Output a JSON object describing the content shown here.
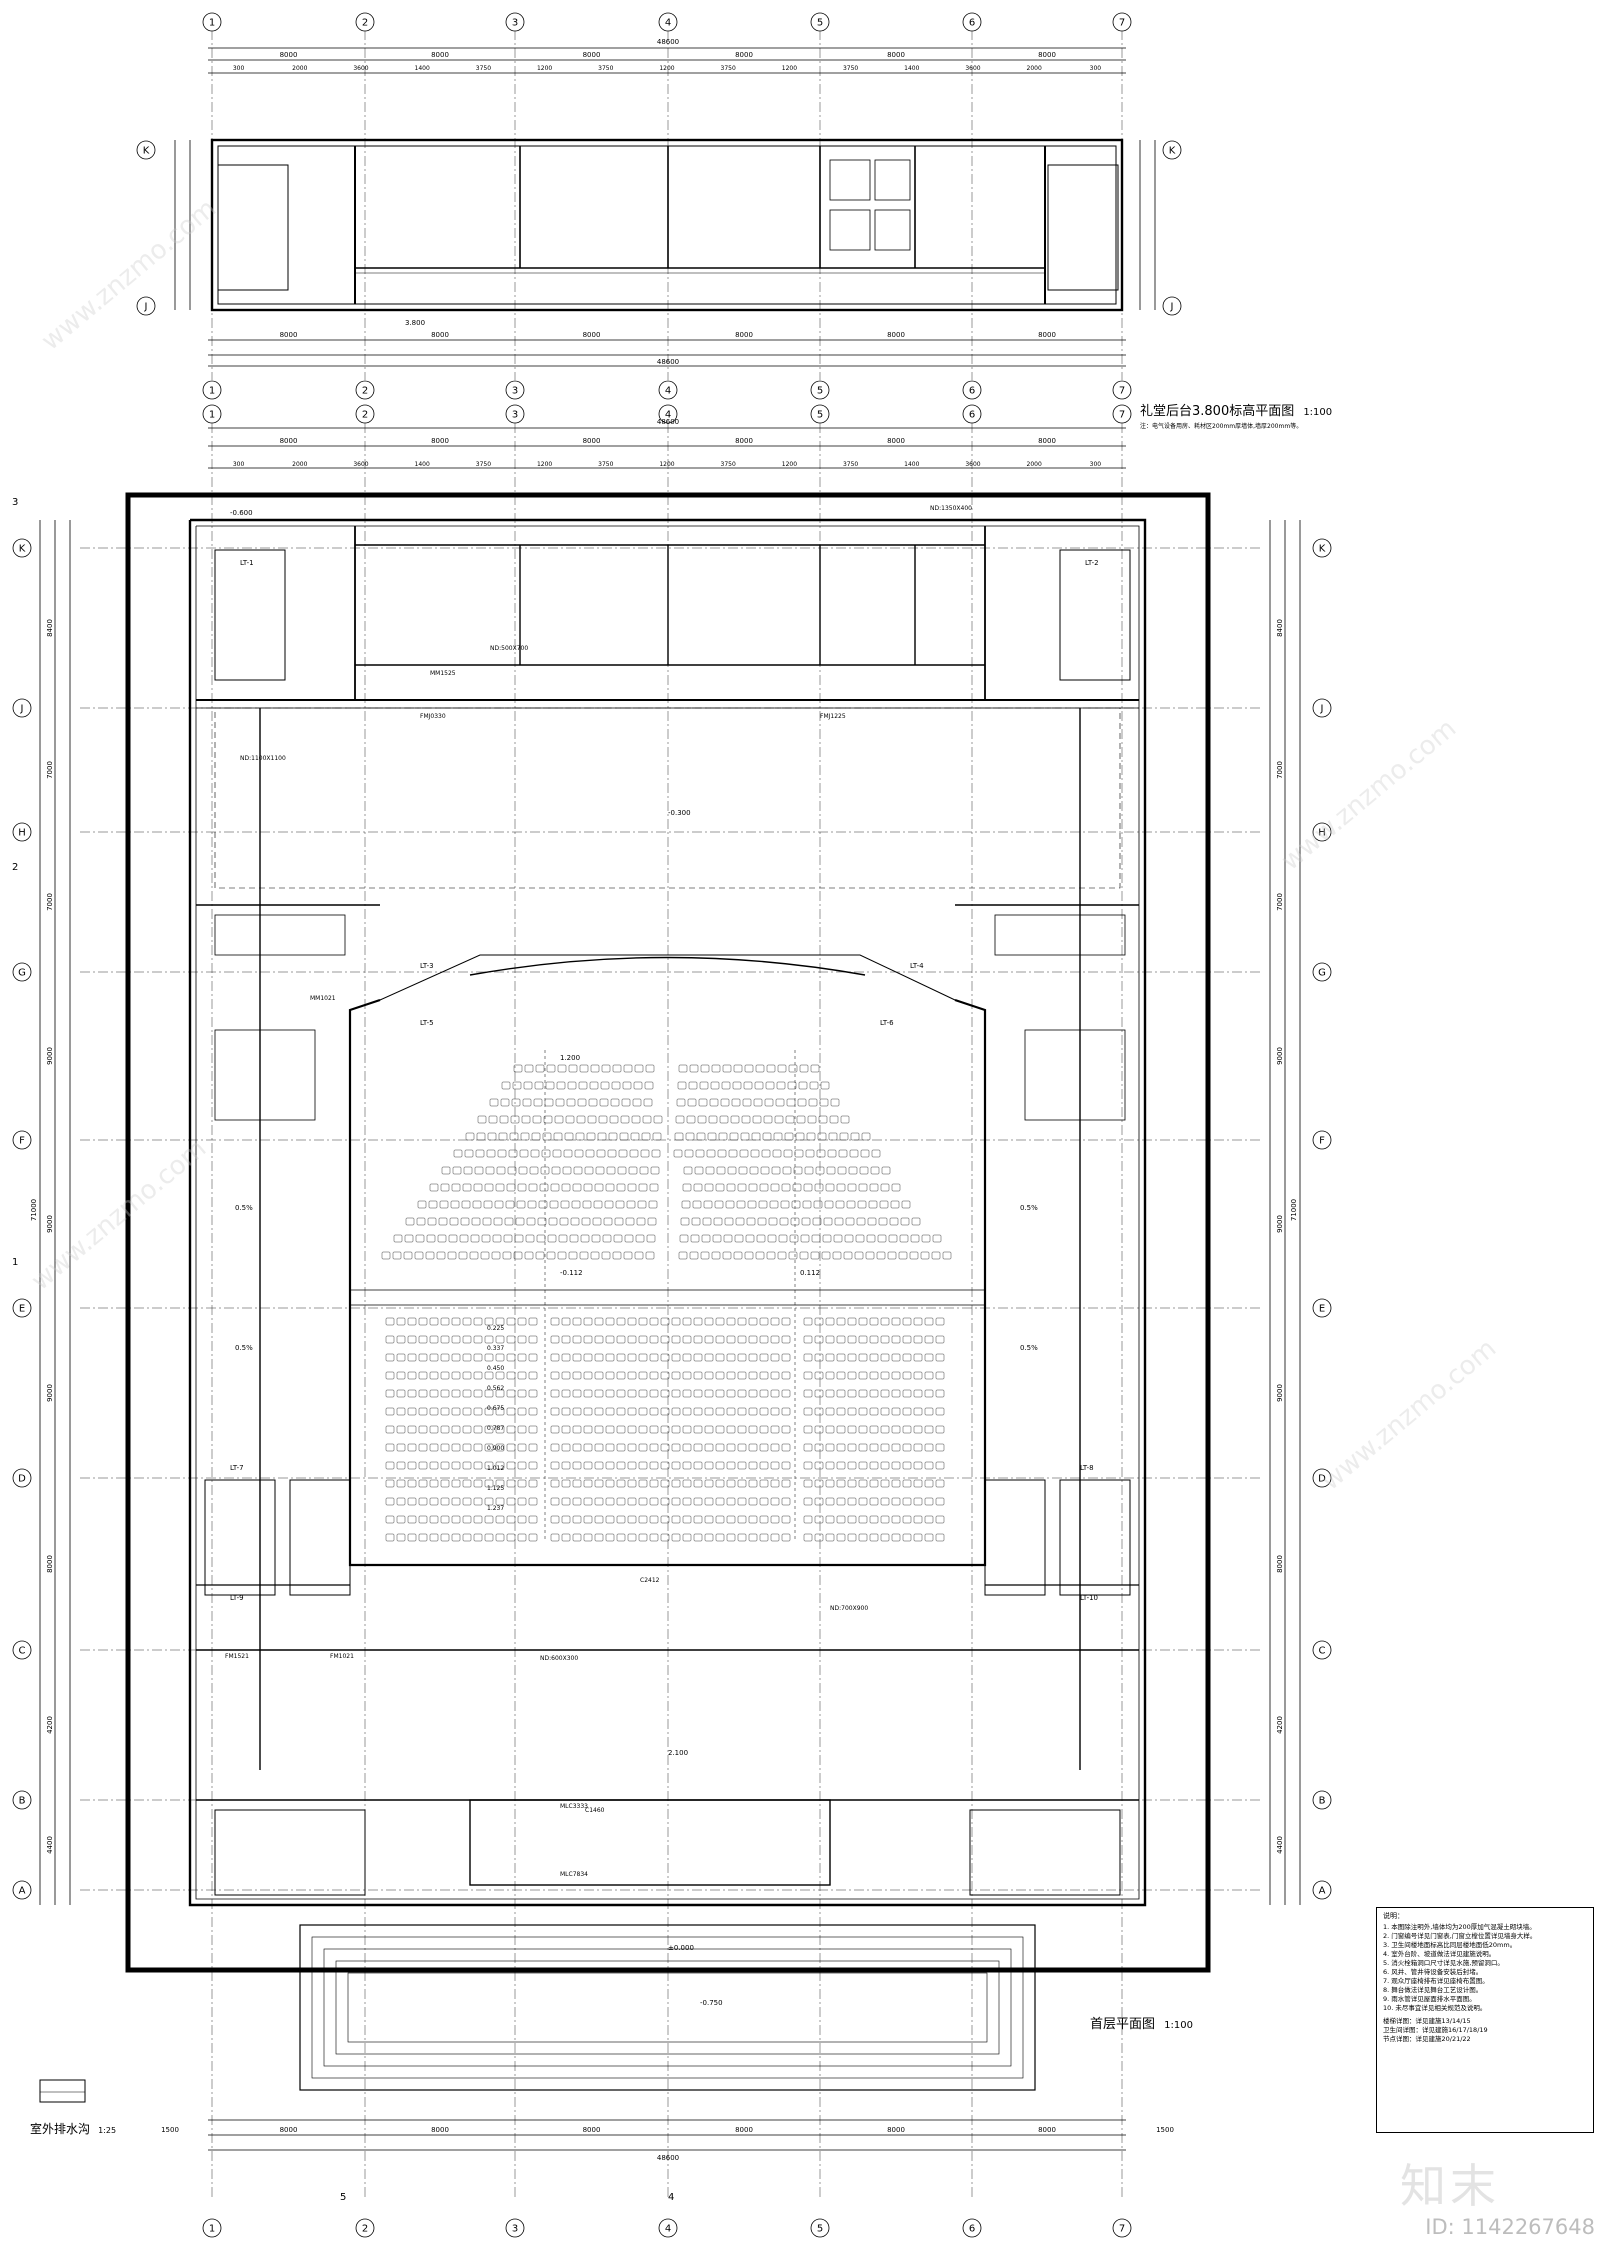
{
  "drawing": {
    "upper_plan_title": "礼堂后台3.800标高平面图",
    "upper_plan_scale": "1:100",
    "upper_plan_note": "注：电气设备用房、耗材区200mm厚墙体,墙厚200mm等。",
    "main_plan_title": "首层平面图",
    "main_plan_scale": "1:100",
    "drain_title": "室外排水沟",
    "drain_scale": "1:25",
    "overall_dim": "48600",
    "side_dim": "71000",
    "bay_dims_top": [
      "8000",
      "8000",
      "8000",
      "8000",
      "8000",
      "8000"
    ],
    "bay_dims_bottom": [
      "1500",
      "8000",
      "8000",
      "8000",
      "8000",
      "8000",
      "8000",
      "1500"
    ],
    "upper_row_dims": [
      "300",
      "2000",
      "3600",
      "1400",
      "3750",
      "1200",
      "3750",
      "1200",
      "3750",
      "1200",
      "3750",
      "1400",
      "3600",
      "2000",
      "300"
    ],
    "col_axes": [
      "1",
      "2",
      "3",
      "4",
      "5",
      "6",
      "7"
    ],
    "row_axes_upper": [
      "K",
      "J"
    ],
    "row_axes_main": [
      "K",
      "J",
      "H",
      "G",
      "F",
      "E",
      "D",
      "C",
      "B",
      "A"
    ],
    "row_dims_main": [
      "8400",
      "7000",
      "7000",
      "9000",
      "9000",
      "9000",
      "8000",
      "4200",
      "4400"
    ],
    "section_marks": [
      "1",
      "2",
      "3",
      "4",
      "5"
    ],
    "levels": [
      "±0.000",
      "-0.300",
      "1.200",
      "2.100",
      "3.800",
      "-0.600",
      "-0.750",
      "0.112",
      "-0.112"
    ],
    "seat_row_levels": [
      "0.225",
      "0.337",
      "0.450",
      "0.562",
      "0.675",
      "0.787",
      "0.900",
      "1.012",
      "1.125",
      "1.237"
    ],
    "room_codes": [
      "LT-1",
      "LT-2",
      "LT-3",
      "LT-4",
      "LT-5",
      "LT-6",
      "LT-7",
      "LT-8",
      "LT-9",
      "LT-10"
    ],
    "door_codes": [
      "FM1521",
      "FM1021",
      "FMJ0330",
      "FMJ1225",
      "MLC3333",
      "MLC7834",
      "C2412",
      "C1460",
      "MM1525",
      "MM1021"
    ],
    "slopes": [
      "0.5%",
      "0.5%",
      "0.5%",
      "0.5%"
    ],
    "misc_labels": [
      "ND:500X700",
      "ND:1350X400",
      "ND:1100X1100",
      "ND:600X300",
      "ND:700X900"
    ]
  },
  "notes": {
    "heading": "说明：",
    "lines": [
      "1. 本图除注明外,墙体均为200厚加气混凝土砌块墙。",
      "2. 门窗编号详见门窗表,门窗立樘位置详见墙身大样。",
      "3. 卫生间楼地面标高比同层楼地面低20mm。",
      "4. 室外台阶、坡道做法详见建施说明。",
      "5. 消火栓箱洞口尺寸详见水施,预留洞口。",
      "6. 风井、管井待设备安装后封堵。",
      "7. 观众厅座椅排布详见座椅布置图。",
      "8. 舞台做法详见舞台工艺设计图。",
      "9. 雨水管详见屋面排水平面图。",
      "10. 未尽事宜详见相关规范及说明。"
    ],
    "ref_1": "楼梯详图：详见建施13/14/15",
    "ref_2": "卫生间详图：详见建施16/17/18/19",
    "ref_3": "节点详图：详见建施20/21/22"
  },
  "branding": {
    "logo": "知末",
    "image_id": "ID: 1142267648",
    "watermark": "www.znzmo.com"
  }
}
